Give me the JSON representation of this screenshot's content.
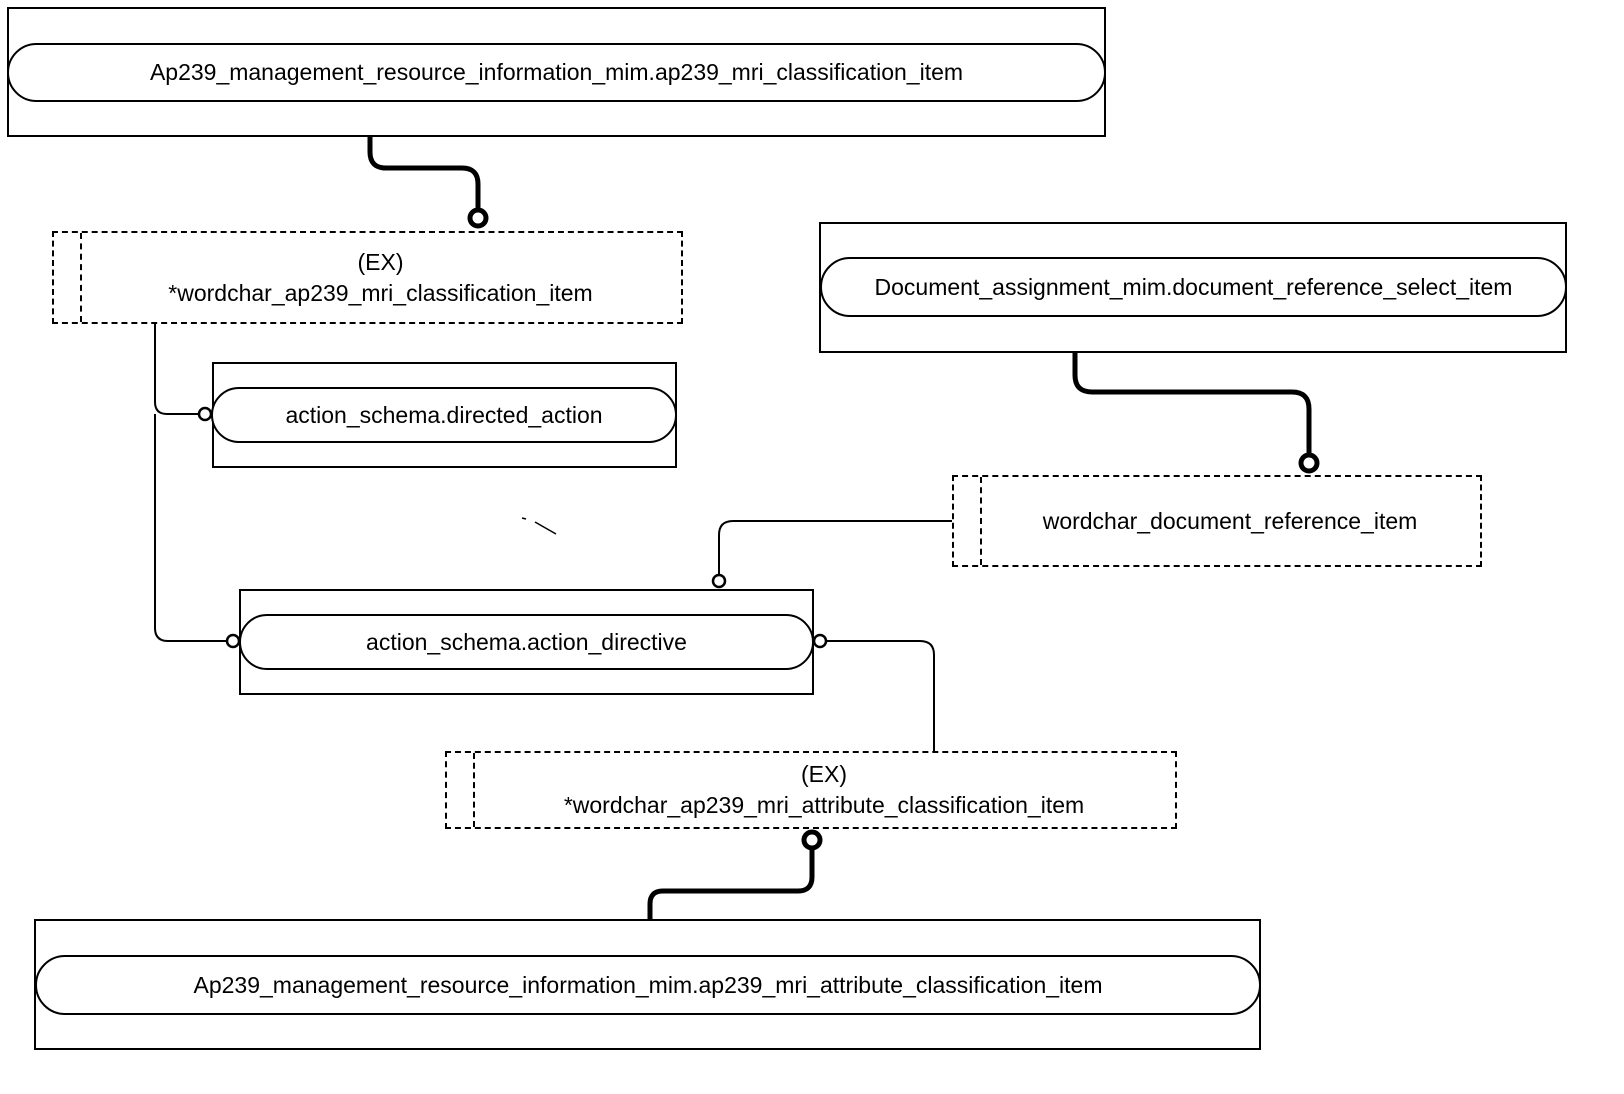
{
  "diagram": {
    "notation": "EXPRESS-G",
    "nodes": {
      "mri_classification_item": {
        "kind": "external-select",
        "label": "Ap239_management_resource_information_mim.ap239_mri_classification_item"
      },
      "wordchar_mri_classification_item": {
        "kind": "extensible-select",
        "tag": "(EX)",
        "label": "*wordchar_ap239_mri_classification_item"
      },
      "directed_action": {
        "kind": "external-entity",
        "label": "action_schema.directed_action"
      },
      "document_reference_select_item": {
        "kind": "external-select",
        "label": "Document_assignment_mim.document_reference_select_item"
      },
      "wordchar_document_reference_item": {
        "kind": "select",
        "label": "wordchar_document_reference_item"
      },
      "action_directive": {
        "kind": "external-entity",
        "label": "action_schema.action_directive"
      },
      "wordchar_mri_attribute_classification_item": {
        "kind": "extensible-select",
        "tag": "(EX)",
        "label": "*wordchar_ap239_mri_attribute_classification_item"
      },
      "mri_attribute_classification_item": {
        "kind": "external-select",
        "label": "Ap239_management_resource_information_mim.ap239_mri_attribute_classification_item"
      }
    },
    "relations": [
      {
        "from": "mri_classification_item",
        "to": "wordchar_mri_classification_item",
        "style": "thick"
      },
      {
        "from": "wordchar_mri_classification_item",
        "to": "directed_action",
        "style": "thin"
      },
      {
        "from": "wordchar_mri_classification_item",
        "to": "action_directive",
        "style": "thin"
      },
      {
        "from": "document_reference_select_item",
        "to": "wordchar_document_reference_item",
        "style": "thick"
      },
      {
        "from": "wordchar_document_reference_item",
        "to": "action_directive",
        "style": "thin"
      },
      {
        "from": "wordchar_mri_attribute_classification_item",
        "to": "action_directive",
        "style": "thin"
      },
      {
        "from": "mri_attribute_classification_item",
        "to": "wordchar_mri_attribute_classification_item",
        "style": "thick"
      }
    ]
  }
}
